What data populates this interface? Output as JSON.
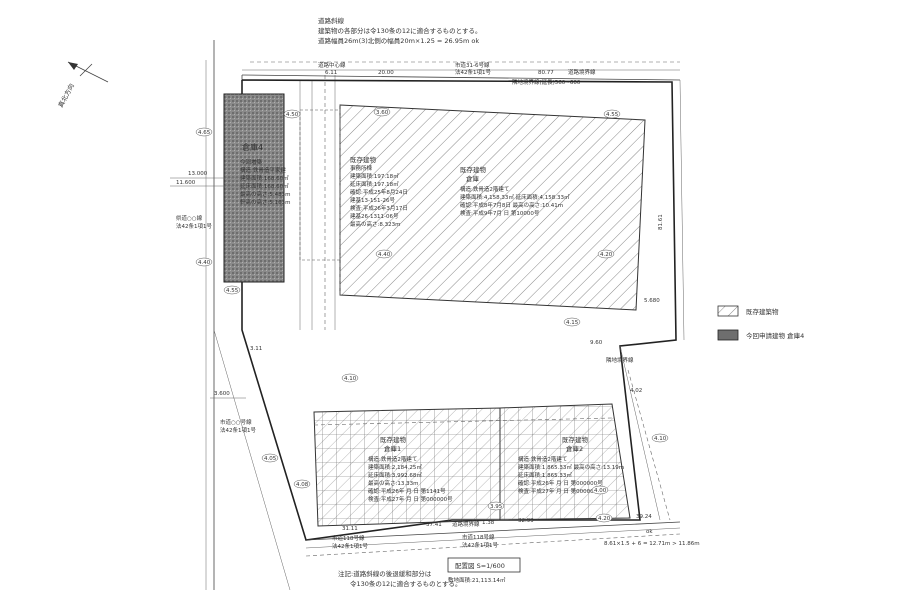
{
  "road_notes": {
    "line1": "道路斜線",
    "line2": "建築物の各部分は令130条の12に適合するものとする。",
    "line3": "道路幅員26m(3)北側の幅員20m×1.25 = 26.95m  ok"
  },
  "north": {
    "label": "真北方向"
  },
  "top_road": {
    "center": "道路中心線",
    "width1": "6.11",
    "width2": "20.00",
    "label_a": "市道31-6号線",
    "label_b": "法42条1項1号",
    "width3": "80.77",
    "boundary": "道路境界線",
    "note": "隣地境界線(延長)560~600"
  },
  "left_dims": {
    "d1": "13.000",
    "d2": "11.600",
    "side_road_a": "県道○○線",
    "side_road_b": "法42条1項1号",
    "d3": "3.600",
    "side_road_c": "市道○○号線",
    "side_road_d": "法42条1項1号",
    "d4": "3.11"
  },
  "new_bldg": {
    "title": "倉庫4",
    "lines": [
      "今回増築",
      "構造:鉄骨造平家建",
      "建築面積:168.60㎡",
      "延床面積:168.60㎡",
      "最高の高さ:5.483m",
      "軒高の高さ:5.163m"
    ]
  },
  "existing_west": {
    "title": "既存建物",
    "lines": [
      "事務所棟",
      "建築面積:197.18㎡",
      "延床面積:197.18㎡",
      "確認:平成25年8月24日",
      "建基13-151-26号",
      "検査:平成26年3月17日",
      "建基26-1311-06号",
      "最高の高さ:8.323m"
    ]
  },
  "existing_main": {
    "title": "既存建物",
    "sub": "倉庫",
    "lines": [
      "構造:鉄骨造2階建て",
      "建築面積:4,158.33㎡  延床面積:4,158.33㎡",
      "確認:平成8年7月8日  最高の高さ:10.41m",
      "検査:平成9年7月 日  第10000号"
    ]
  },
  "existing_sw": {
    "title": "既存建物",
    "sub": "倉庫1",
    "lines": [
      "構造:鉄骨造2階建て",
      "建築面積:2,184.25㎡",
      "延床面積:3,992.68㎡",
      "最高の高さ:13.33m",
      "確認:平成26年 月 日  第1141号",
      "検査:平成27年 月 日  第000000号"
    ]
  },
  "existing_se": {
    "title": "既存建物",
    "sub": "倉庫2",
    "lines": [
      "構造:鉄骨造2階建て",
      "建築面積:1,865.33㎡  最高の高さ:13.19m",
      "延床面積:1,865.33㎡",
      "確認:平成26年 月 日  第000000号",
      "検査:平成27年 月 日  第000000号"
    ]
  },
  "right_dims": {
    "d1": "81.61",
    "d2": "5.680",
    "d3": "9.60",
    "d4": "4.02",
    "note": "隣地境界線"
  },
  "bottom": {
    "d1": "31.11",
    "d2": "37.41",
    "road_center": "道路境界線",
    "d3": "1.38",
    "d4": "32.99",
    "d5": "39.24",
    "road_a": "市道118号線",
    "road_b": "法42条1項1号",
    "calc": "8.61×1.5 + 6 = 12.71m > 11.86m",
    "ok": "ok",
    "left_road_a": "市道118号線",
    "left_road_b": "法42条1項1号",
    "note_a": "注記:道路斜線の後退緩和部分は",
    "note_b": "令130条の12に適合するものとする。",
    "title_box": "配置図  S=1/600",
    "area_box": "敷地面積:21,113.14㎡"
  },
  "legend": {
    "existing": "既存建築物",
    "new": "今回申請建物  倉庫4"
  },
  "circled": [
    "4.65",
    "4.40",
    "4.55",
    "4.50",
    "3.60",
    "4.55",
    "4.40",
    "4.20",
    "4.15",
    "4.10",
    "4.08",
    "4.05",
    "4.00",
    "3.95",
    "4.10",
    "4.20"
  ]
}
